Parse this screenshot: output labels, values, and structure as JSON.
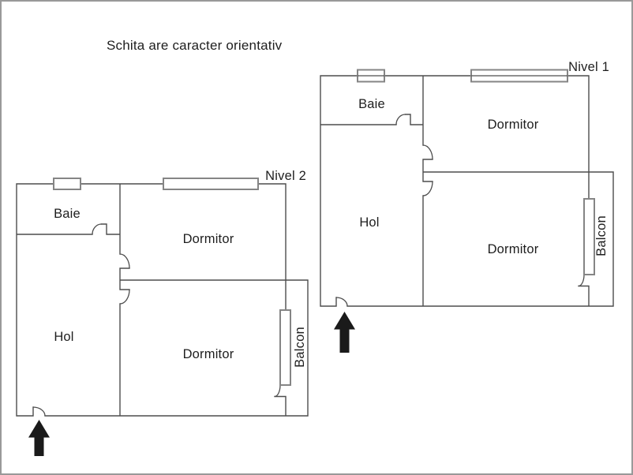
{
  "title": "Schita are caracter orientativ",
  "levels": [
    {
      "label": "Nivel 1",
      "rooms": {
        "bath": "Baie",
        "bedroom_upper": "Dormitor",
        "hall": "Hol",
        "bedroom_lower": "Dormitor",
        "balcony": "Balcon"
      }
    },
    {
      "label": "Nivel 2",
      "rooms": {
        "bath": "Baie",
        "bedroom_upper": "Dormitor",
        "hall": "Hol",
        "bedroom_lower": "Dormitor",
        "balcony": "Balcon"
      }
    }
  ],
  "colors": {
    "background": "#ffffff",
    "wall": "#4d4d4d",
    "window_stroke": "#858585",
    "text": "#1e1e1e",
    "arrow": "#1a1a1a",
    "sheet_border": "#999999"
  }
}
